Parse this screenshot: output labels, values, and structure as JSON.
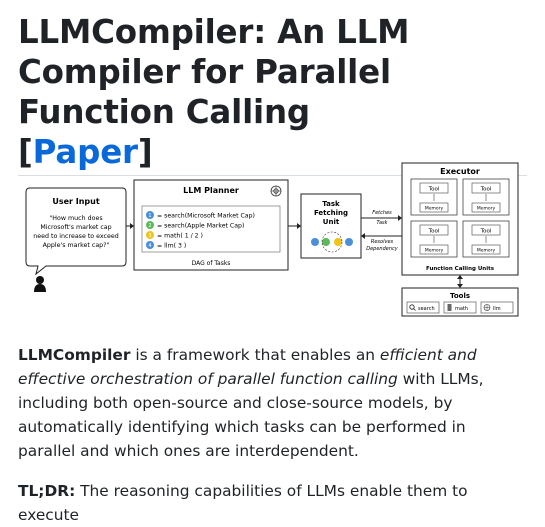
{
  "heading": {
    "title_part1": "LLMCompiler: An LLM Compiler for Parallel Function Calling",
    "bracket_open": "[",
    "paper_link": "Paper",
    "bracket_close": "]"
  },
  "figure": {
    "user_input": {
      "title": "User Input",
      "lines": [
        "\"How much does",
        "Microsoft's market cap",
        "need to increase to exceed",
        "Apple's market cap?\""
      ]
    },
    "llm_planner": {
      "title": "LLM Planner",
      "tasks": [
        {
          "num": "1",
          "text": "= search(Microsoft Market Cap)"
        },
        {
          "num": "2",
          "text": "= search(Apple Market Cap)"
        },
        {
          "num": "3",
          "text": "= math(  1  /  2 )"
        },
        {
          "num": "4",
          "text": "= llm(  3 )"
        }
      ],
      "caption": "DAG of Tasks"
    },
    "task_fetching": {
      "title_lines": [
        "Task",
        "Fetching",
        "Unit"
      ]
    },
    "arrows": {
      "fetches": [
        "Fetches",
        "Task"
      ],
      "resolves": [
        "Resolves",
        "Dependency"
      ]
    },
    "executor": {
      "title": "Executor",
      "tool_label": "Tool",
      "memory_label": "Memory",
      "caption": "Function Calling Units"
    },
    "tools": {
      "title": "Tools",
      "items": [
        {
          "icon": "search-icon",
          "label": "search"
        },
        {
          "icon": "calculator-icon",
          "label": "math"
        },
        {
          "icon": "openai-icon",
          "label": "llm"
        }
      ]
    },
    "colors": {
      "task1": "#4a8fd9",
      "task2": "#5cb85c",
      "task3": "#f0c419",
      "task4": "#4a8fd9"
    }
  },
  "paragraph1": {
    "bold": "LLMCompiler",
    "text1": " is a framework that enables an ",
    "italic": "efficient and effective orchestration of parallel function calling",
    "text2": " with LLMs, including both open-source and close-source models, by automatically identifying which tasks can be performed in parallel and which ones are interdependent."
  },
  "paragraph2": {
    "bold": "TL;DR:",
    "text": " The reasoning capabilities of LLMs enable them to execute"
  }
}
